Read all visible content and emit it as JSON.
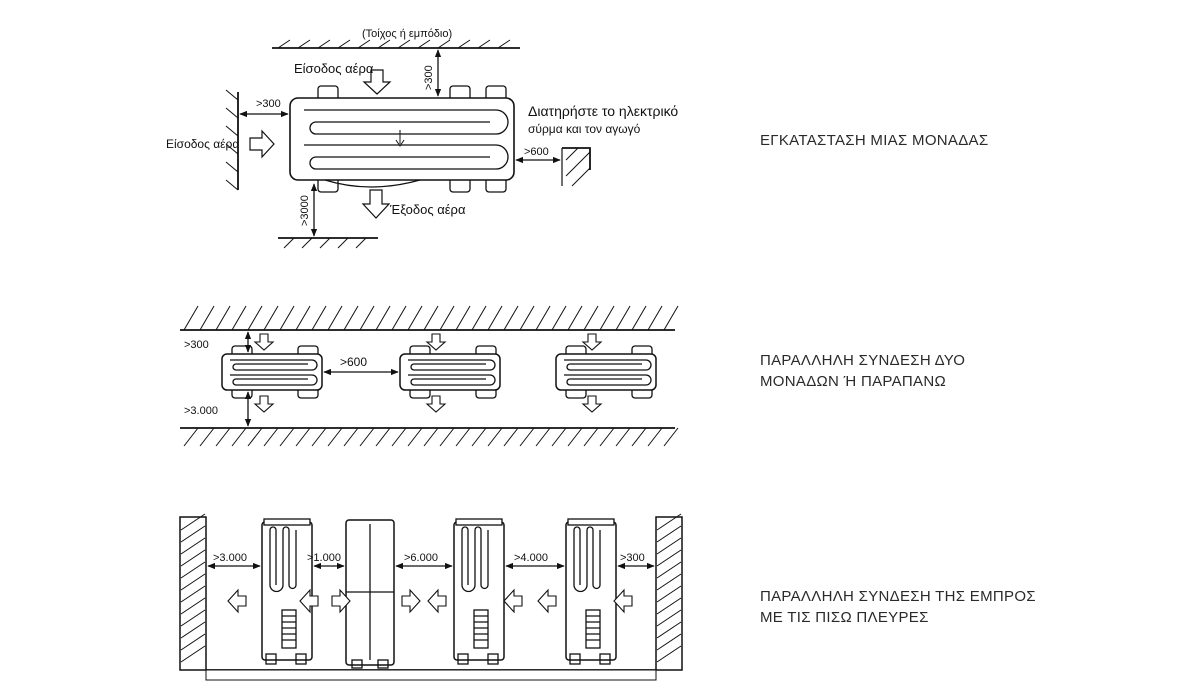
{
  "section1": {
    "wall_label": "(Τοίχος ή εμπόδιο)",
    "air_inlet_top": "Είσοδος αέρα",
    "air_inlet_left": "Είσοδος αέρα",
    "air_outlet": "Έξοδος αέρα",
    "note_line1": "Διατηρήστε το ηλεκτρικό",
    "note_line2": "σύρμα και τον αγωγό",
    "dim_top": ">300",
    "dim_left": ">300",
    "dim_right": ">600",
    "dim_bottom": ">3000",
    "caption": "ΕΓΚΑΤΑΣΤΑΣΗ ΜΙΑΣ ΜΟΝΑΔΑΣ"
  },
  "section2": {
    "dim_top": ">300",
    "dim_between": ">600",
    "dim_bottom": ">3.000",
    "caption_line1": "ΠΑΡΑΛΛΗΛΗ ΣΥΝΔΕΣΗ ΔΥΟ",
    "caption_line2": "ΜΟΝΑΔΩΝ Ή ΠΑΡΑΠΑΝΩ"
  },
  "section3": {
    "dims": [
      ">3.000",
      ">1.000",
      ">6.000",
      ">4.000",
      ">300"
    ],
    "caption_line1": "ΠΑΡΑΛΛΗΛΗ ΣΥΝΔΕΣΗ ΤΗΣ ΕΜΠΡΟΣ",
    "caption_line2": "ΜΕ ΤΙΣ ΠΙΣΩ ΠΛΕΥΡΕΣ"
  }
}
